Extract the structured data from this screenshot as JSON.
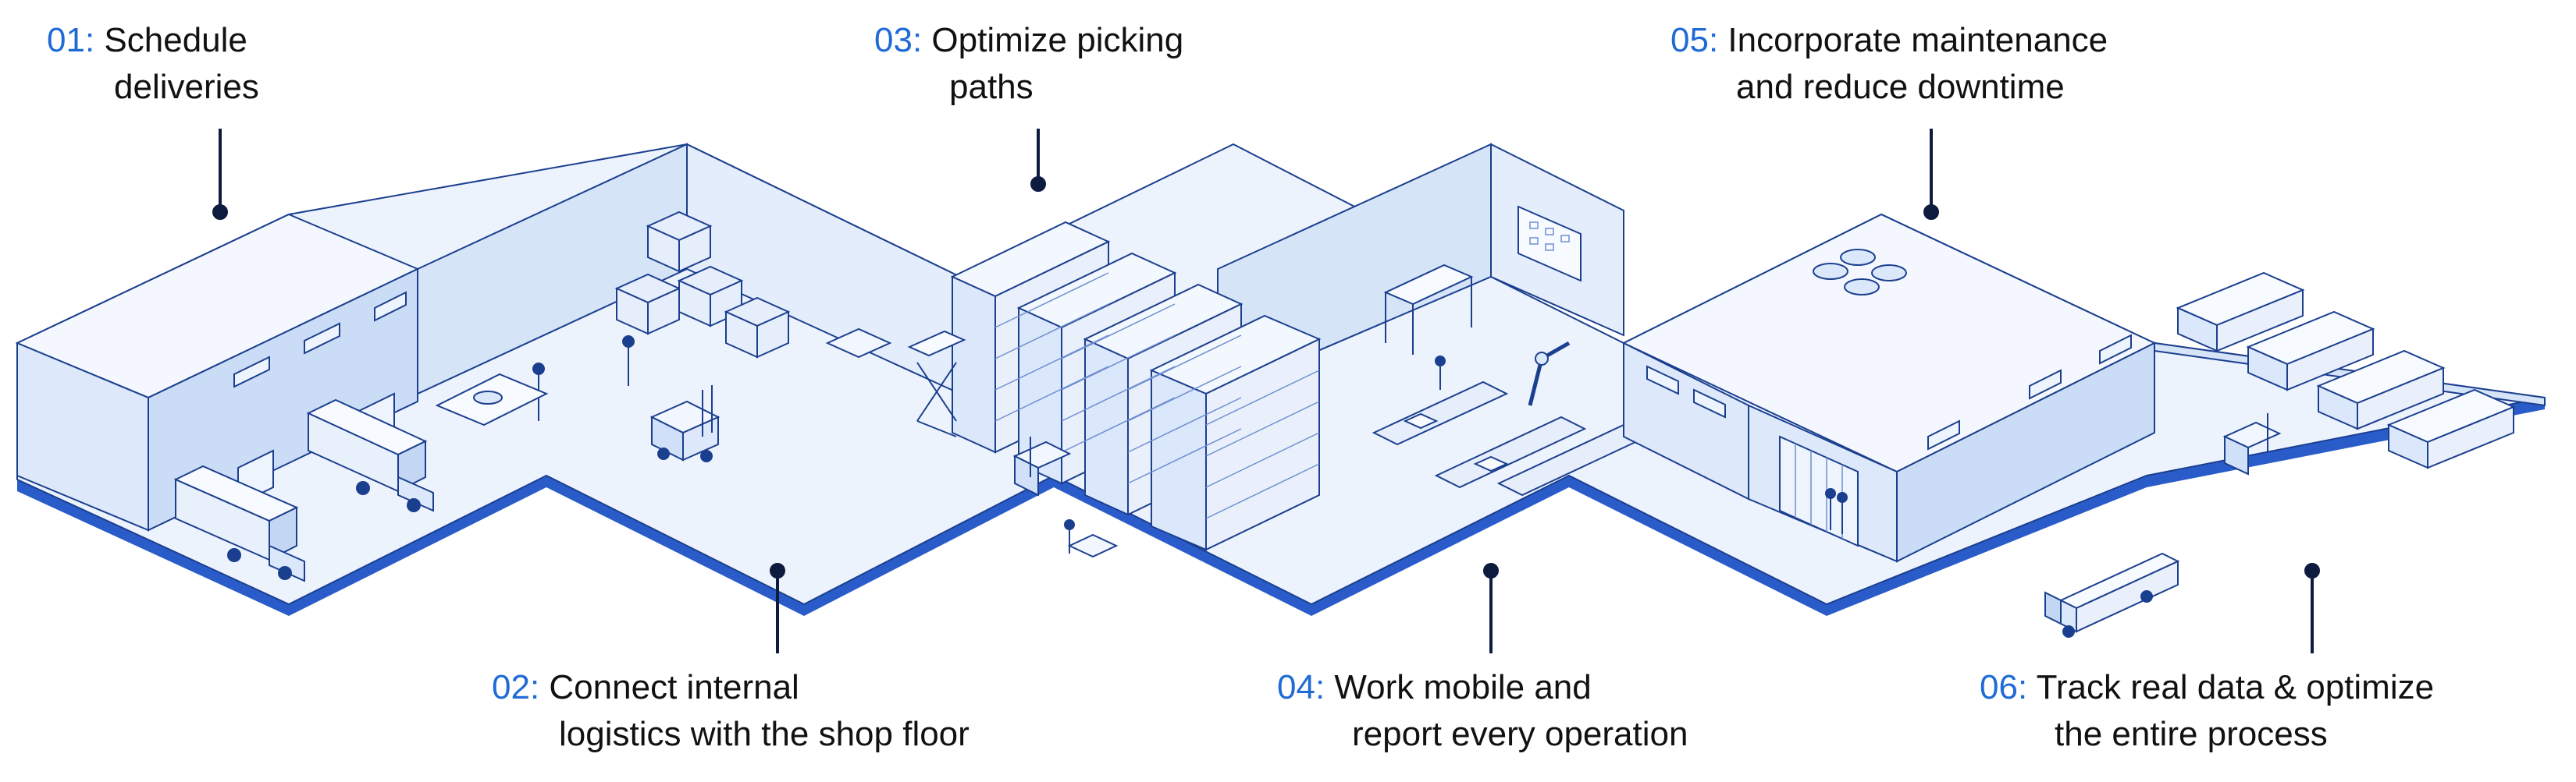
{
  "colors": {
    "accent": "#1f6bd6",
    "line": "#1b3f8f",
    "floor": "#edf3fd",
    "wall": "#dde8fa",
    "wall_dark": "#cbdcf6",
    "roof": "#f4f8fe",
    "text": "#111111",
    "pin": "#0d1b3e"
  },
  "steps": [
    {
      "number": "01:",
      "line1": "Schedule",
      "line2": "deliveries",
      "icon": "truck-dock-icon"
    },
    {
      "number": "02:",
      "line1": "Connect internal",
      "line2": "logistics with the shop floor",
      "icon": "forklift-icon"
    },
    {
      "number": "03:",
      "line1": "Optimize picking",
      "line2": "paths",
      "icon": "rack-icon"
    },
    {
      "number": "04:",
      "line1": "Work mobile and",
      "line2": "report every operation",
      "icon": "conveyor-icon"
    },
    {
      "number": "05:",
      "line1": "Incorporate maintenance",
      "line2": "and reduce downtime",
      "icon": "factory-icon"
    },
    {
      "number": "06:",
      "line1": "Track real data & optimize",
      "line2": "the entire process",
      "icon": "fleet-icon"
    }
  ]
}
